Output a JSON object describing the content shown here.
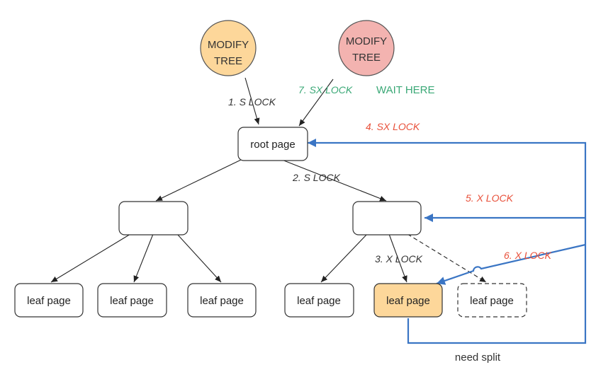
{
  "circles": {
    "left": {
      "line1": "MODIFY",
      "line2": "TREE",
      "fill": "#fdd79a"
    },
    "right": {
      "line1": "MODIFY",
      "line2": "TREE",
      "fill": "#f3b3b0"
    }
  },
  "nodes": {
    "root": "root page",
    "leaf1": "leaf page",
    "leaf2": "leaf page",
    "leaf3": "leaf page",
    "leaf4": "leaf page",
    "leaf5": "leaf page",
    "leaf6": "leaf page"
  },
  "locks": {
    "s_lock_1": "1. S LOCK",
    "s_lock_2": "2. S LOCK",
    "x_lock_3": "3. X LOCK",
    "sx_lock_4": "4. SX LOCK",
    "x_lock_5": "5. X LOCK",
    "x_lock_6": "6. X LOCK",
    "sx_lock_7": "7. SX LOCK"
  },
  "wait_here": "WAIT HERE",
  "need_split": "need split",
  "colors": {
    "red_label": "#e8503a",
    "green_label": "#3aa876",
    "blue_line": "#3a75c4",
    "highlight_leaf": "#fdd79a",
    "stroke": "#333333"
  }
}
